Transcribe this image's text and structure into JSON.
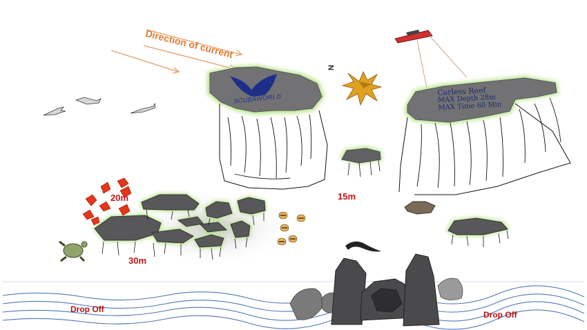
{
  "labels": {
    "current": "Direction of current",
    "depth_20": "20m",
    "depth_15": "15m",
    "depth_30": "30m",
    "drop_off_left": "Drop Off",
    "drop_off_right": "Drop Off",
    "north": "N",
    "brand": "SCUBAWORLD"
  },
  "site_info": {
    "name": "Carless Reef",
    "max_depth": "MAX Depth 28m",
    "max_time": "MAX Time 60 Min"
  },
  "colors": {
    "rock": "#6e6e70",
    "rock_glow": "#b8e48a",
    "current_arrow": "#e8a070",
    "current_text": "#e07a2e",
    "depth_text": "#c01515",
    "wave_line": "#4f76b8",
    "reef_text": "#1e2b70",
    "compass": "#e0a020",
    "boat": "#d13030"
  },
  "icons": [
    "shark-icon",
    "compass-star-icon",
    "boat-icon",
    "lionfish-icon",
    "butterflyfish-icon",
    "turtle-icon",
    "scorpionfish-icon",
    "eel-icon",
    "sea-fan-icon",
    "scubaworld-logo-icon"
  ]
}
